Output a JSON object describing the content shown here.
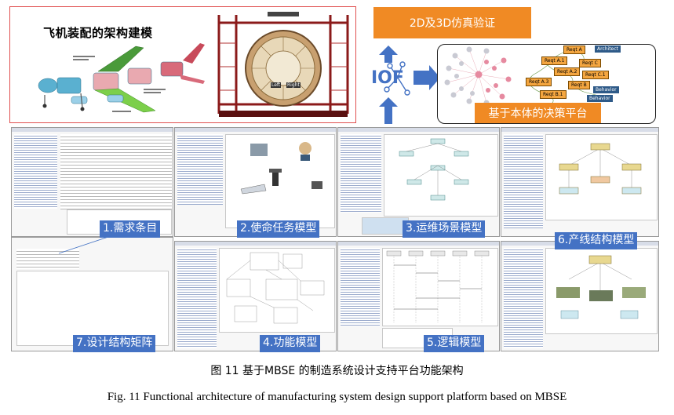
{
  "top_image": {
    "title": "飞机装配的架构建模",
    "fixture_labels": [
      "Left",
      "Right"
    ]
  },
  "simulation": {
    "label": "2D及3D仿真验证"
  },
  "iof_logo": {
    "text": "IOF"
  },
  "platform": {
    "label": "基于本体的决策平台",
    "graph_nodes": [
      "Reqt A",
      "Architect",
      "Reqt A.1",
      "Reqt A.2",
      "Reqt C",
      "Reqt A.3",
      "Reqt C.1",
      "Reqt B",
      "Reqt B.1",
      "Behavior",
      "Behavior"
    ]
  },
  "panels": [
    {
      "label": "1.需求条目"
    },
    {
      "label": "2.使命任务模型"
    },
    {
      "label": "3.运维场景模型"
    },
    {
      "label": "6.产线结构模型"
    },
    {
      "label": "7.设计结构矩阵"
    },
    {
      "label": "4.功能模型"
    },
    {
      "label": "5.逻辑模型"
    }
  ],
  "captions": {
    "zh": "图  11 基于MBSE 的制造系统设计支持平台功能架构",
    "en": "Fig. 11 Functional architecture of manufacturing system design support platform based on MBSE"
  },
  "colors": {
    "orange": "#f08a24",
    "blue_label": "#4472c4",
    "frame_red": "#e05050"
  }
}
